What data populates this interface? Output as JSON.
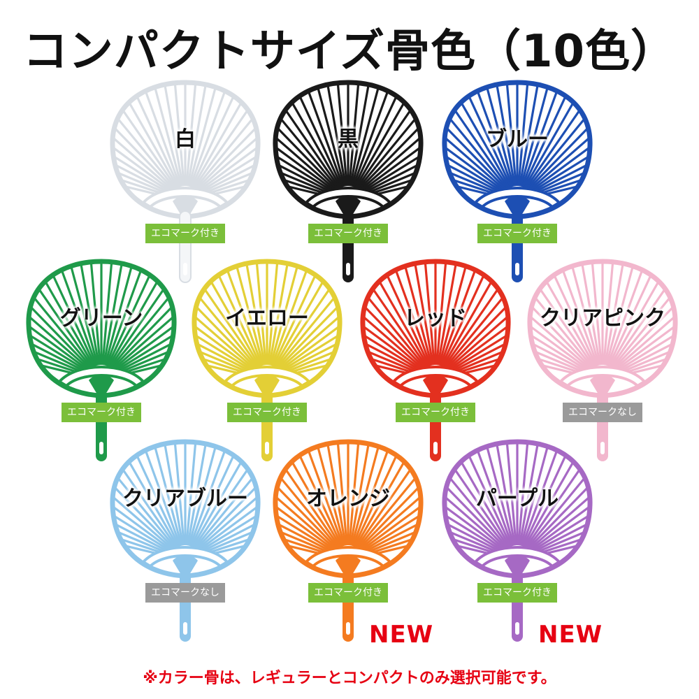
{
  "title": "コンパクトサイズ骨色（10色）",
  "footnote": "※カラー骨は、レギュラーとコンパクトのみ選択可能です。",
  "new_label": "NEW",
  "fans": [
    {
      "name": "白",
      "badge": "エコマーク付き",
      "badge_type": "eco",
      "color": "#ffffff",
      "stroke": "#d8dde3",
      "is_new": false
    },
    {
      "name": "黒",
      "badge": "エコマーク付き",
      "badge_type": "eco",
      "color": "#1a1a1a",
      "stroke": "#1a1a1a",
      "is_new": false
    },
    {
      "name": "ブルー",
      "badge": "エコマーク付き",
      "badge_type": "eco",
      "color": "#1d4fb3",
      "stroke": "#1d4fb3",
      "is_new": false
    },
    {
      "name": "グリーン",
      "badge": "エコマーク付き",
      "badge_type": "eco",
      "color": "#1f9a4a",
      "stroke": "#1f9a4a",
      "is_new": false
    },
    {
      "name": "イエロー",
      "badge": "エコマーク付き",
      "badge_type": "eco",
      "color": "#e3cf36",
      "stroke": "#e3cf36",
      "is_new": false
    },
    {
      "name": "レッド",
      "badge": "エコマーク付き",
      "badge_type": "eco",
      "color": "#e3301f",
      "stroke": "#e3301f",
      "is_new": false
    },
    {
      "name": "クリアピンク",
      "badge": "エコマークなし",
      "badge_type": "none",
      "color": "#f2b7cd",
      "stroke": "#f2b7cd",
      "is_new": false
    },
    {
      "name": "クリアブルー",
      "badge": "エコマークなし",
      "badge_type": "none",
      "color": "#8ec5ea",
      "stroke": "#8ec5ea",
      "is_new": false
    },
    {
      "name": "オレンジ",
      "badge": "エコマーク付き",
      "badge_type": "eco",
      "color": "#f47b20",
      "stroke": "#f47b20",
      "is_new": true
    },
    {
      "name": "パープル",
      "badge": "エコマーク付き",
      "badge_type": "eco",
      "color": "#a669c4",
      "stroke": "#a669c4",
      "is_new": true
    }
  ]
}
